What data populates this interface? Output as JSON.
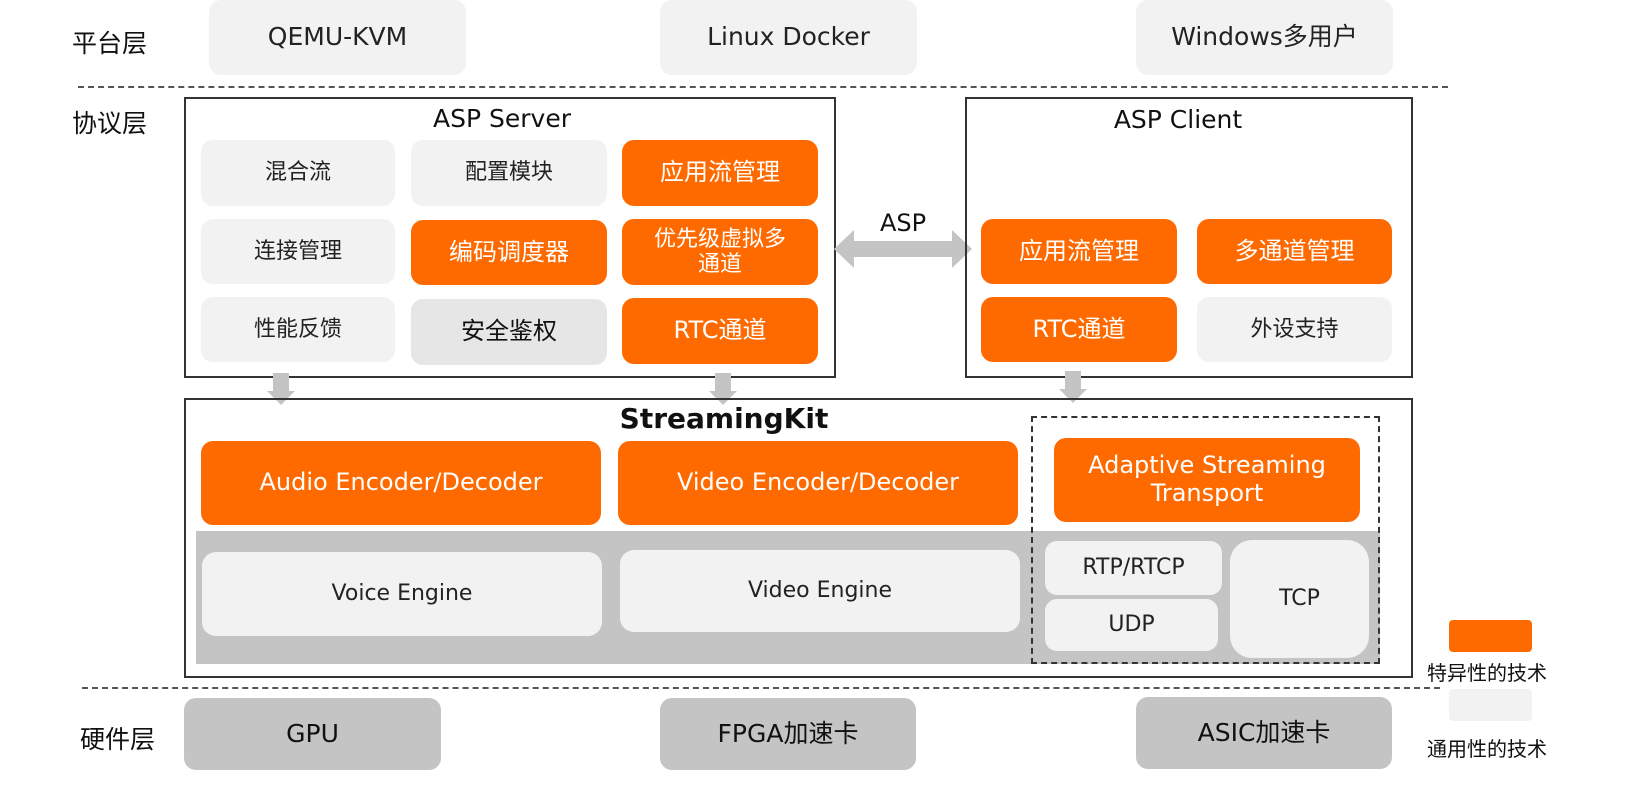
{
  "layers": {
    "platform": "平台层",
    "protocol": "协议层",
    "hardware": "硬件层"
  },
  "platform_items": [
    "QEMU-KVM",
    "Linux Docker",
    "Windows多用户"
  ],
  "asp_server": {
    "title": "ASP Server",
    "modules": [
      "混合流",
      "配置模块",
      "应用流管理",
      "连接管理",
      "编码调度器",
      "优先级虚拟多通道",
      "性能反馈",
      "安全鉴权",
      "RTC通道"
    ]
  },
  "asp_link": "ASP",
  "asp_client": {
    "title": "ASP Client",
    "modules": [
      "应用流管理",
      "多通道管理",
      "RTC通道",
      "外设支持"
    ]
  },
  "streamingkit": {
    "title": "StreamingKit",
    "encoders": [
      "Audio Encoder/Decoder",
      "Video Encoder/Decoder",
      "Adaptive Streaming Transport"
    ],
    "engines": [
      "Voice Engine",
      "Video Engine"
    ],
    "transports": [
      "RTP/RTCP",
      "UDP",
      "TCP"
    ]
  },
  "hardware_items": [
    "GPU",
    "FPGA加速卡",
    "ASIC加速卡"
  ],
  "legend": {
    "specific": "特异性的技术",
    "generic": "通用性的技术"
  },
  "colors": {
    "orange": "#ff6a00",
    "light_gray": "#f2f2f2",
    "gray": "#c4c4c4"
  }
}
